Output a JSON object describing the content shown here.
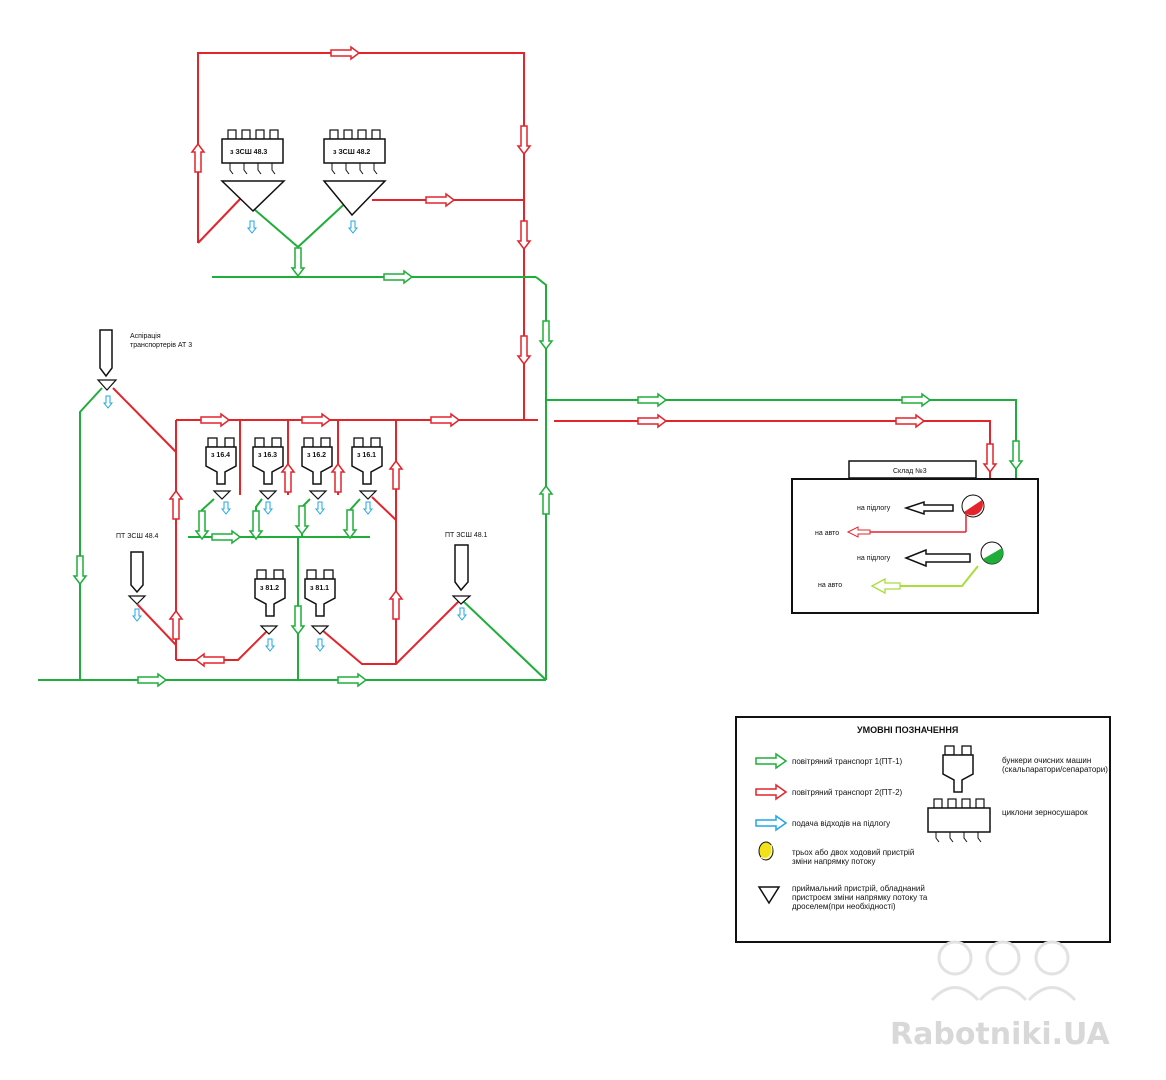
{
  "colors": {
    "pt1": "#1fae3a",
    "pt2": "#e3242b",
    "waste": "#1ea7e8",
    "yellow": "#f3e21b",
    "lightgreen": "#a8dd3b"
  },
  "labels": {
    "zsh483": "з ЗСШ 48.3",
    "zsh482": "з ЗСШ 48.2",
    "aspiration_l1": "Аспірація",
    "aspiration_l2": "транспортерів АТ 3",
    "s164": "з 16.4",
    "s163": "з 16.3",
    "s162": "з 16.2",
    "s161": "з 16.1",
    "s812": "з 81.2",
    "s811": "з 81.1",
    "pt484": "ПТ ЗСШ 48.4",
    "pt481": "ПТ ЗСШ 48.1"
  },
  "warehouse": {
    "title": "Склад №3",
    "floor1": "на підлогу",
    "auto1": "на авто",
    "floor2": "на підлогу",
    "auto2": "на авто"
  },
  "legend": {
    "title": "УМОВНІ ПОЗНАЧЕННЯ",
    "pt1": "повітряний транспорт 1(ПТ-1)",
    "pt2": "повітряний транспорт 2(ПТ-2)",
    "waste": "подача відходів на підлогу",
    "switch_l1": "трьох або двох ходовий пристрій",
    "switch_l2": "зміни напрямку потоку",
    "receiver_l1": "приймальний пристрій, обладнаний",
    "receiver_l2": "пристроєм зміни напрямку потоку та",
    "receiver_l3": "дроселем(при необхідності)",
    "bunker_l1": "бункери очисних машин",
    "bunker_l2": "(скальпаратори/сепаратори)",
    "cyclone": "циклони зерносушарок"
  },
  "watermark": "Rabotniki.UA"
}
